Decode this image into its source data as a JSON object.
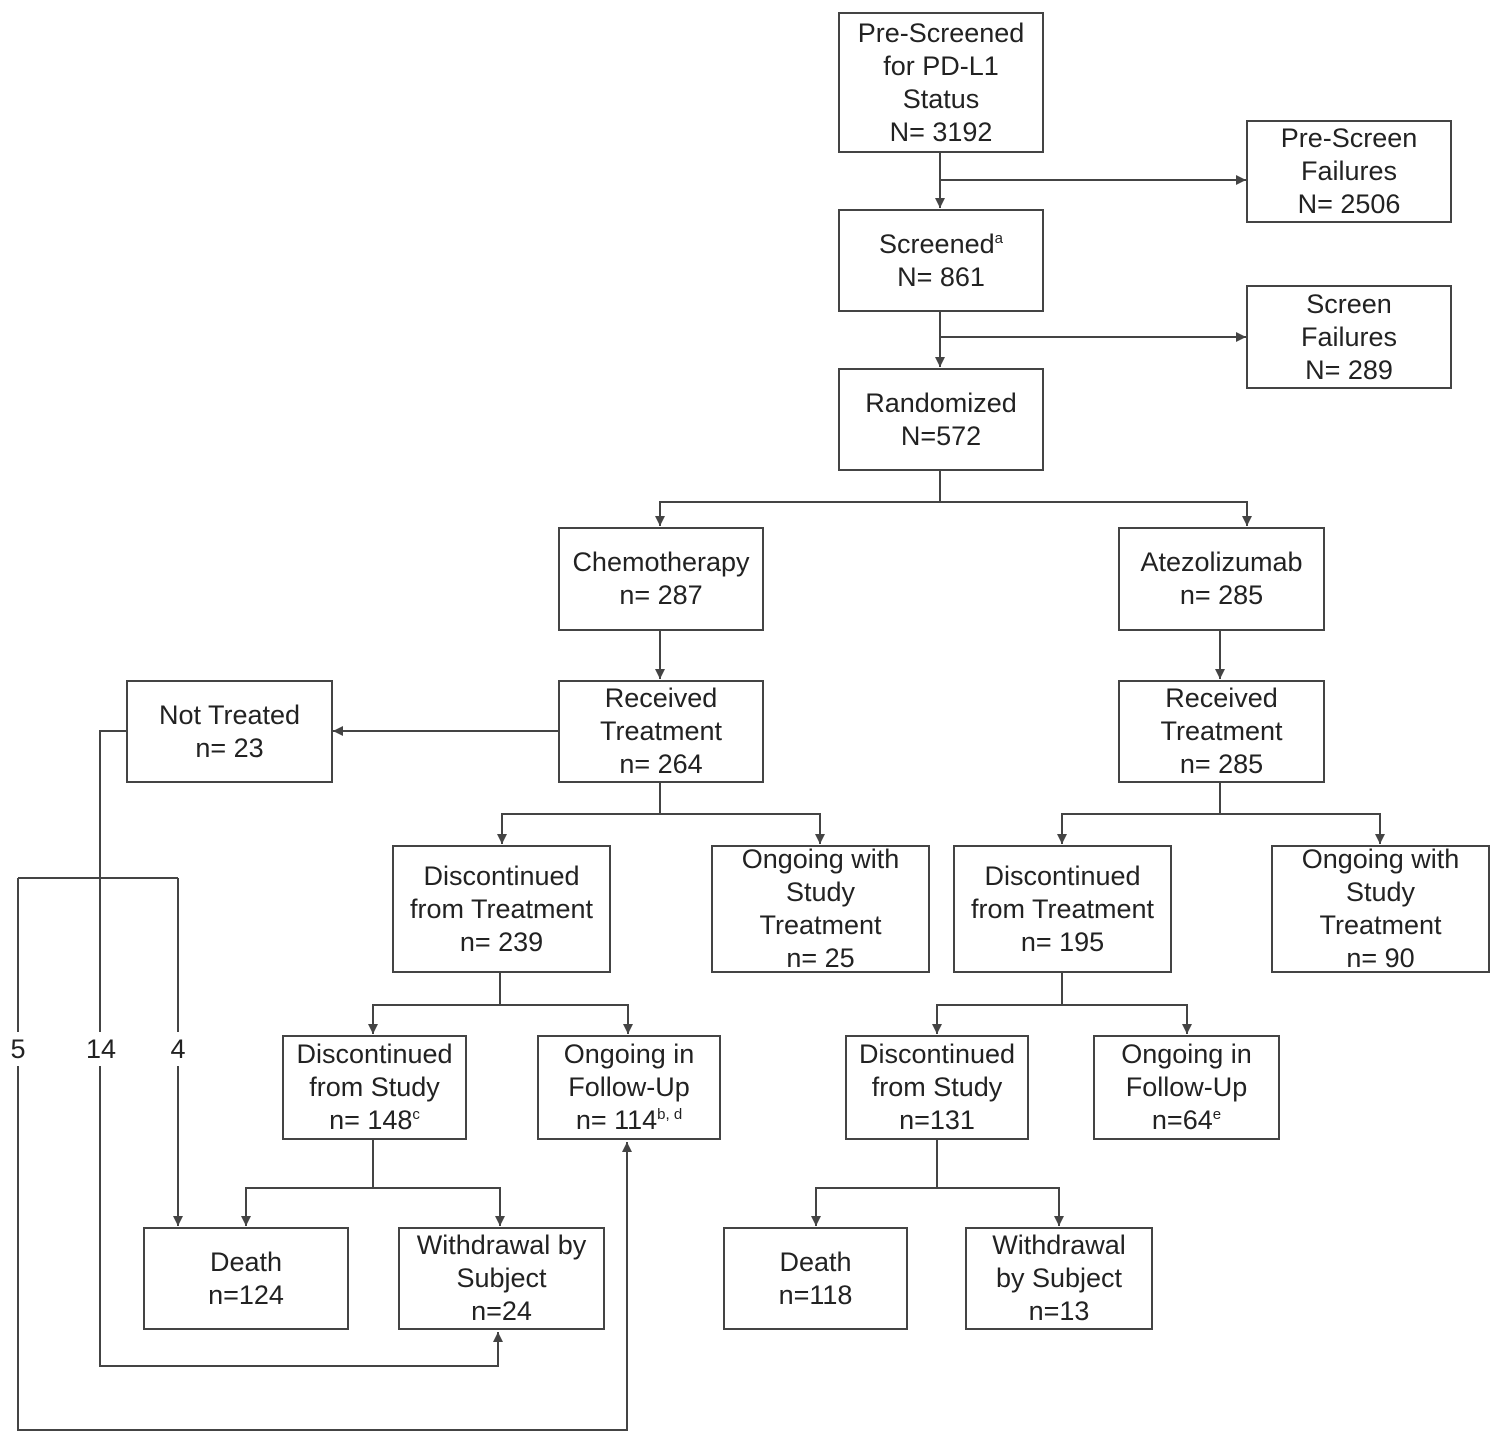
{
  "colors": {
    "line": "#444444",
    "border": "#444444",
    "text": "#222222",
    "background": "#ffffff"
  },
  "boxes": {
    "prescreened": {
      "lines": [
        "Pre-Screened",
        "for PD-L1",
        "Status",
        "N= 3192"
      ]
    },
    "prescreen_failures": {
      "lines": [
        "Pre-Screen",
        "Failures",
        "N= 2506"
      ]
    },
    "screened": {
      "label": "Screened",
      "sup": "a",
      "count": "N= 861"
    },
    "screen_failures": {
      "lines": [
        "Screen",
        "Failures",
        "N= 289"
      ]
    },
    "randomized": {
      "lines": [
        "Randomized",
        "N=572"
      ]
    },
    "chemo": {
      "arm": {
        "lines": [
          "Chemotherapy",
          "n= 287"
        ]
      },
      "received": {
        "lines": [
          "Received",
          "Treatment",
          "n= 264"
        ]
      },
      "not_treated": {
        "lines": [
          "Not Treated",
          "n= 23"
        ]
      },
      "disc_treatment": {
        "lines": [
          "Discontinued",
          "from Treatment",
          "n= 239"
        ]
      },
      "ongoing_treatment": {
        "lines": [
          "Ongoing with",
          "Study",
          "Treatment",
          "n= 25"
        ]
      },
      "disc_study": {
        "lines": [
          "Discontinued",
          "from Study"
        ],
        "count": "n= 148",
        "sup": "c"
      },
      "followup": {
        "lines": [
          "Ongoing in",
          "Follow-Up"
        ],
        "count": "n= 114",
        "sup": "b, d"
      },
      "death": {
        "lines": [
          "Death",
          "n=124"
        ]
      },
      "withdrawal": {
        "lines": [
          "Withdrawal by",
          "Subject",
          "n=24"
        ]
      }
    },
    "atezo": {
      "arm": {
        "lines": [
          "Atezolizumab",
          "n= 285"
        ]
      },
      "received": {
        "lines": [
          "Received",
          "Treatment",
          "n= 285"
        ]
      },
      "disc_treatment": {
        "lines": [
          "Discontinued",
          "from Treatment",
          "n= 195"
        ]
      },
      "ongoing_treatment": {
        "lines": [
          "Ongoing with",
          "Study",
          "Treatment",
          "n= 90"
        ]
      },
      "disc_study": {
        "lines": [
          "Discontinued",
          "from Study",
          "n=131"
        ]
      },
      "followup": {
        "lines": [
          "Ongoing in",
          "Follow-Up"
        ],
        "count": "n=64",
        "sup": "e"
      },
      "death": {
        "lines": [
          "Death",
          "n=118"
        ]
      },
      "withdrawal": {
        "lines": [
          "Withdrawal",
          "by Subject",
          "n=13"
        ]
      }
    }
  },
  "not_treated_split": {
    "to_followup": "5",
    "to_withdrawal": "14",
    "to_death": "4"
  }
}
